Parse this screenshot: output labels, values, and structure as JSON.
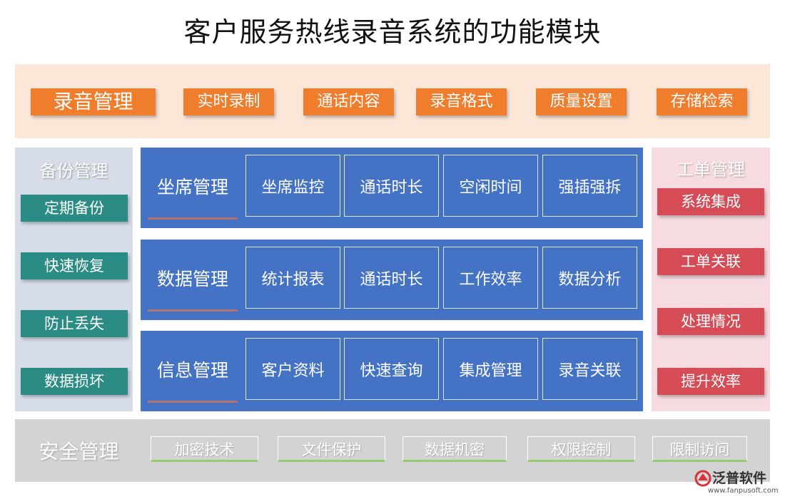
{
  "title": "客户服务热线录音系统的功能模块",
  "recording": {
    "main": "录音管理",
    "items": [
      "实时录制",
      "通话内容",
      "录音格式",
      "质量设置",
      "存储检索"
    ]
  },
  "backup": {
    "title": "备份管理",
    "items": [
      "定期备份",
      "快速恢复",
      "防止丢失",
      "数据损坏"
    ]
  },
  "workorder": {
    "title": "工单管理",
    "items": [
      "系统集成",
      "工单关联",
      "处理情况",
      "提升效率"
    ]
  },
  "rows": [
    {
      "label": "坐席管理",
      "cells": [
        "坐席监控",
        "通话时长",
        "空闲时间",
        "强插强拆"
      ]
    },
    {
      "label": "数据管理",
      "cells": [
        "统计报表",
        "通话时长",
        "工作效率",
        "数据分析"
      ]
    },
    {
      "label": "信息管理",
      "cells": [
        "客户资料",
        "快速查询",
        "集成管理",
        "录音关联"
      ]
    }
  ],
  "security": {
    "title": "安全管理",
    "items": [
      "加密技术",
      "文件保护",
      "数据机密",
      "权限控制",
      "限制访问"
    ]
  },
  "logo": {
    "name": "泛普软件",
    "url": "www.fanpusoft.com",
    "icon": "fanpu-logo-icon",
    "color": "#d6333a"
  },
  "colors": {
    "recording": "#ef7d2b",
    "backup": "#2a8c84",
    "workorder": "#d64c56",
    "center": "#4472c4",
    "security": "#d3d3d3"
  }
}
